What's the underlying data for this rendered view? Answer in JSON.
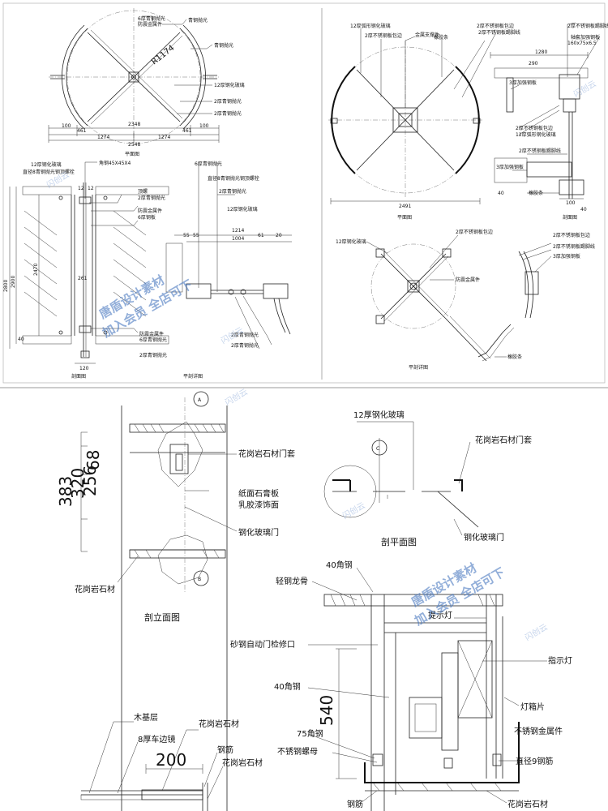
{
  "top_left_plan": {
    "callouts": [
      "6厚青钢抛光",
      "防震金属件",
      "青钢抛光",
      "青钢抛光",
      "12厚钢化玻璃",
      "2厚青钢抛光",
      "2厚青钢抛光"
    ],
    "radius_label": "R1174",
    "dims": [
      "2348",
      "2548",
      "1274",
      "1274",
      "100",
      "100",
      "461",
      "461"
    ],
    "title": "平面图"
  },
  "top_left_section": {
    "callouts_left": [
      "12厚钢化玻璃",
      "直径8青钢抛光钢顶螺栓",
      "顶螺",
      "2厚青钢抛光",
      "防震金属件",
      "6厚钢板",
      "防震金属件",
      "6厚青钢抛光",
      "2厚青钢抛光"
    ],
    "callout_angle": "角钢45X45X4",
    "dims": [
      "2800",
      "2900",
      "2470",
      "261",
      "120",
      "40",
      "12",
      "12"
    ],
    "title": "剖面图"
  },
  "top_left_detail": {
    "callouts": [
      "6厚青钢抛光",
      "直径8青钢抛光钢顶螺栓",
      "2厚青钢抛光",
      "12厚钢化玻璃",
      "2厚青钢抛光",
      "2厚青钢抛光"
    ],
    "dims": [
      "1214",
      "1004",
      "55",
      "61",
      "20",
      "55"
    ],
    "title": "平剖详图"
  },
  "top_right_plan": {
    "callouts": [
      "12厚弧形钢化玻璃",
      "2厚不锈钢板包边",
      "金属支撑件",
      "橡胶条",
      "2厚不锈钢板包边",
      "2厚不锈钢板踢脚线"
    ],
    "dims": [
      "2491"
    ],
    "title": "平面图"
  },
  "top_right_section": {
    "callouts": [
      "2厚不锈钢板踢脚线",
      "轴套加强钢板",
      "160x75x6.5",
      "3厚加强钢板",
      "2厚不锈钢板包边",
      "12厚弧形钢化玻璃",
      "2厚不锈钢板踢脚线",
      "3厚加强钢板",
      "橡胶条"
    ],
    "dims": [
      "1280",
      "290",
      "40",
      "100",
      "40"
    ],
    "title": "剖面图"
  },
  "top_right_detail": {
    "callouts": [
      "2厚不锈钢板包边",
      "12厚钢化玻璃",
      "防震金属件",
      "橡胶条",
      "2厚不锈钢板包边",
      "2厚不锈钢板踢脚线",
      "3厚加强钢板"
    ],
    "title": "平剖详图"
  },
  "elevation": {
    "marker_top": "A",
    "marker_bottom": "B",
    "dims": [
      "383",
      "320",
      "256",
      "68"
    ],
    "callouts": [
      "花岗岩石材门套",
      "纸面石膏板",
      "乳胶漆饰面",
      "钢化玻璃门",
      "花岗岩石材"
    ],
    "title": "剖立面图"
  },
  "plan_section": {
    "marker": "C",
    "callouts": [
      "12厚钢化玻璃",
      "花岗岩石材门套",
      "钢化玻璃门"
    ],
    "title": "剖平面图"
  },
  "detail_large": {
    "callouts": [
      "40角钢",
      "轻钢龙骨",
      "砂钢自动门检修口",
      "提示灯",
      "指示灯",
      "40角钢",
      "灯箱片",
      "不锈钢金属件",
      "75角钢",
      "直径9钢筋",
      "不锈钢螺母",
      "钢筋",
      "花岗岩石材"
    ],
    "dim": "540"
  },
  "detail_small": {
    "callouts": [
      "木基层",
      "8厚车边镜",
      "花岗岩石材",
      "钢筋",
      "花岗岩石材"
    ],
    "dim": "200"
  },
  "watermark": {
    "line1": "唐盾设计素材",
    "line2": "加入会员 全店可下",
    "tag": "闪创云"
  }
}
